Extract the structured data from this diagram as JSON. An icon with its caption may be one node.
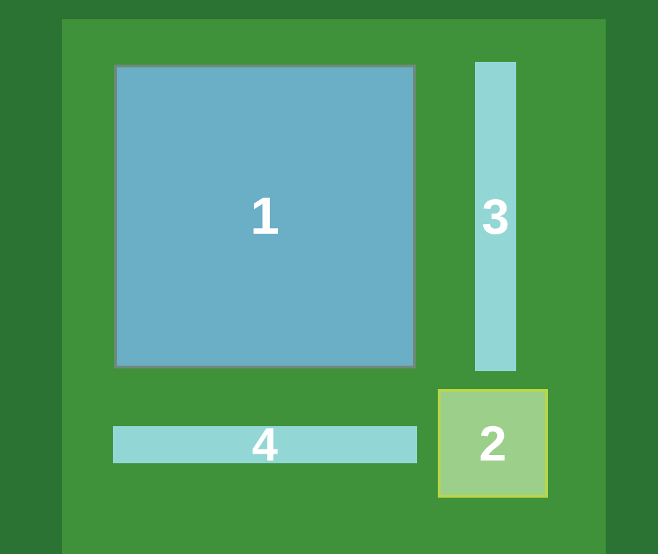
{
  "diagram": {
    "nodes": [
      {
        "text": [
          "1"
        ]
      },
      {
        "text": [
          "3"
        ]
      },
      {
        "text": [
          "4"
        ]
      },
      {
        "text": [
          "2"
        ]
      }
    ]
  }
}
